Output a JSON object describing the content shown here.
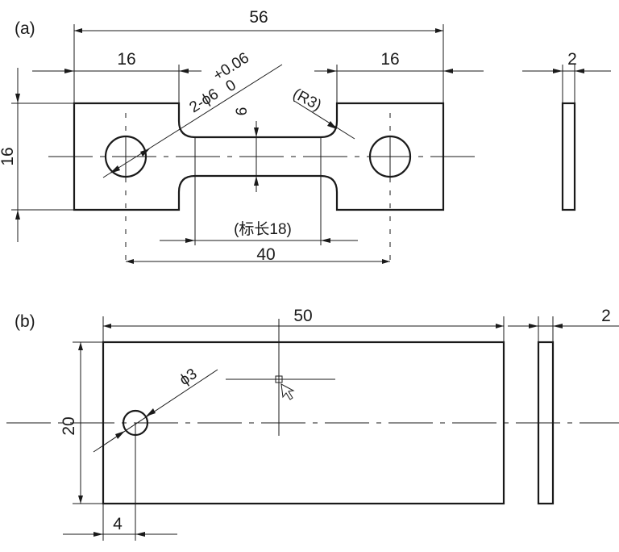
{
  "panel_a": {
    "label": "(a)",
    "dim_overall_length": "56",
    "dim_left_tab": "16",
    "dim_right_tab": "16",
    "dim_height": "16",
    "dim_thickness": "2",
    "dim_hole_prefix": "2-ϕ6",
    "dim_tol_upper": "+0.06",
    "dim_tol_lower": "0",
    "dim_neck_width": "6",
    "dim_radius": "(R3)",
    "dim_gauge_length": "(标长18)",
    "dim_hole_spacing": "40"
  },
  "panel_b": {
    "label": "(b)",
    "dim_length": "50",
    "dim_thickness": "2",
    "dim_height": "20",
    "dim_hole": "ϕ3",
    "dim_hole_offset": "4"
  }
}
